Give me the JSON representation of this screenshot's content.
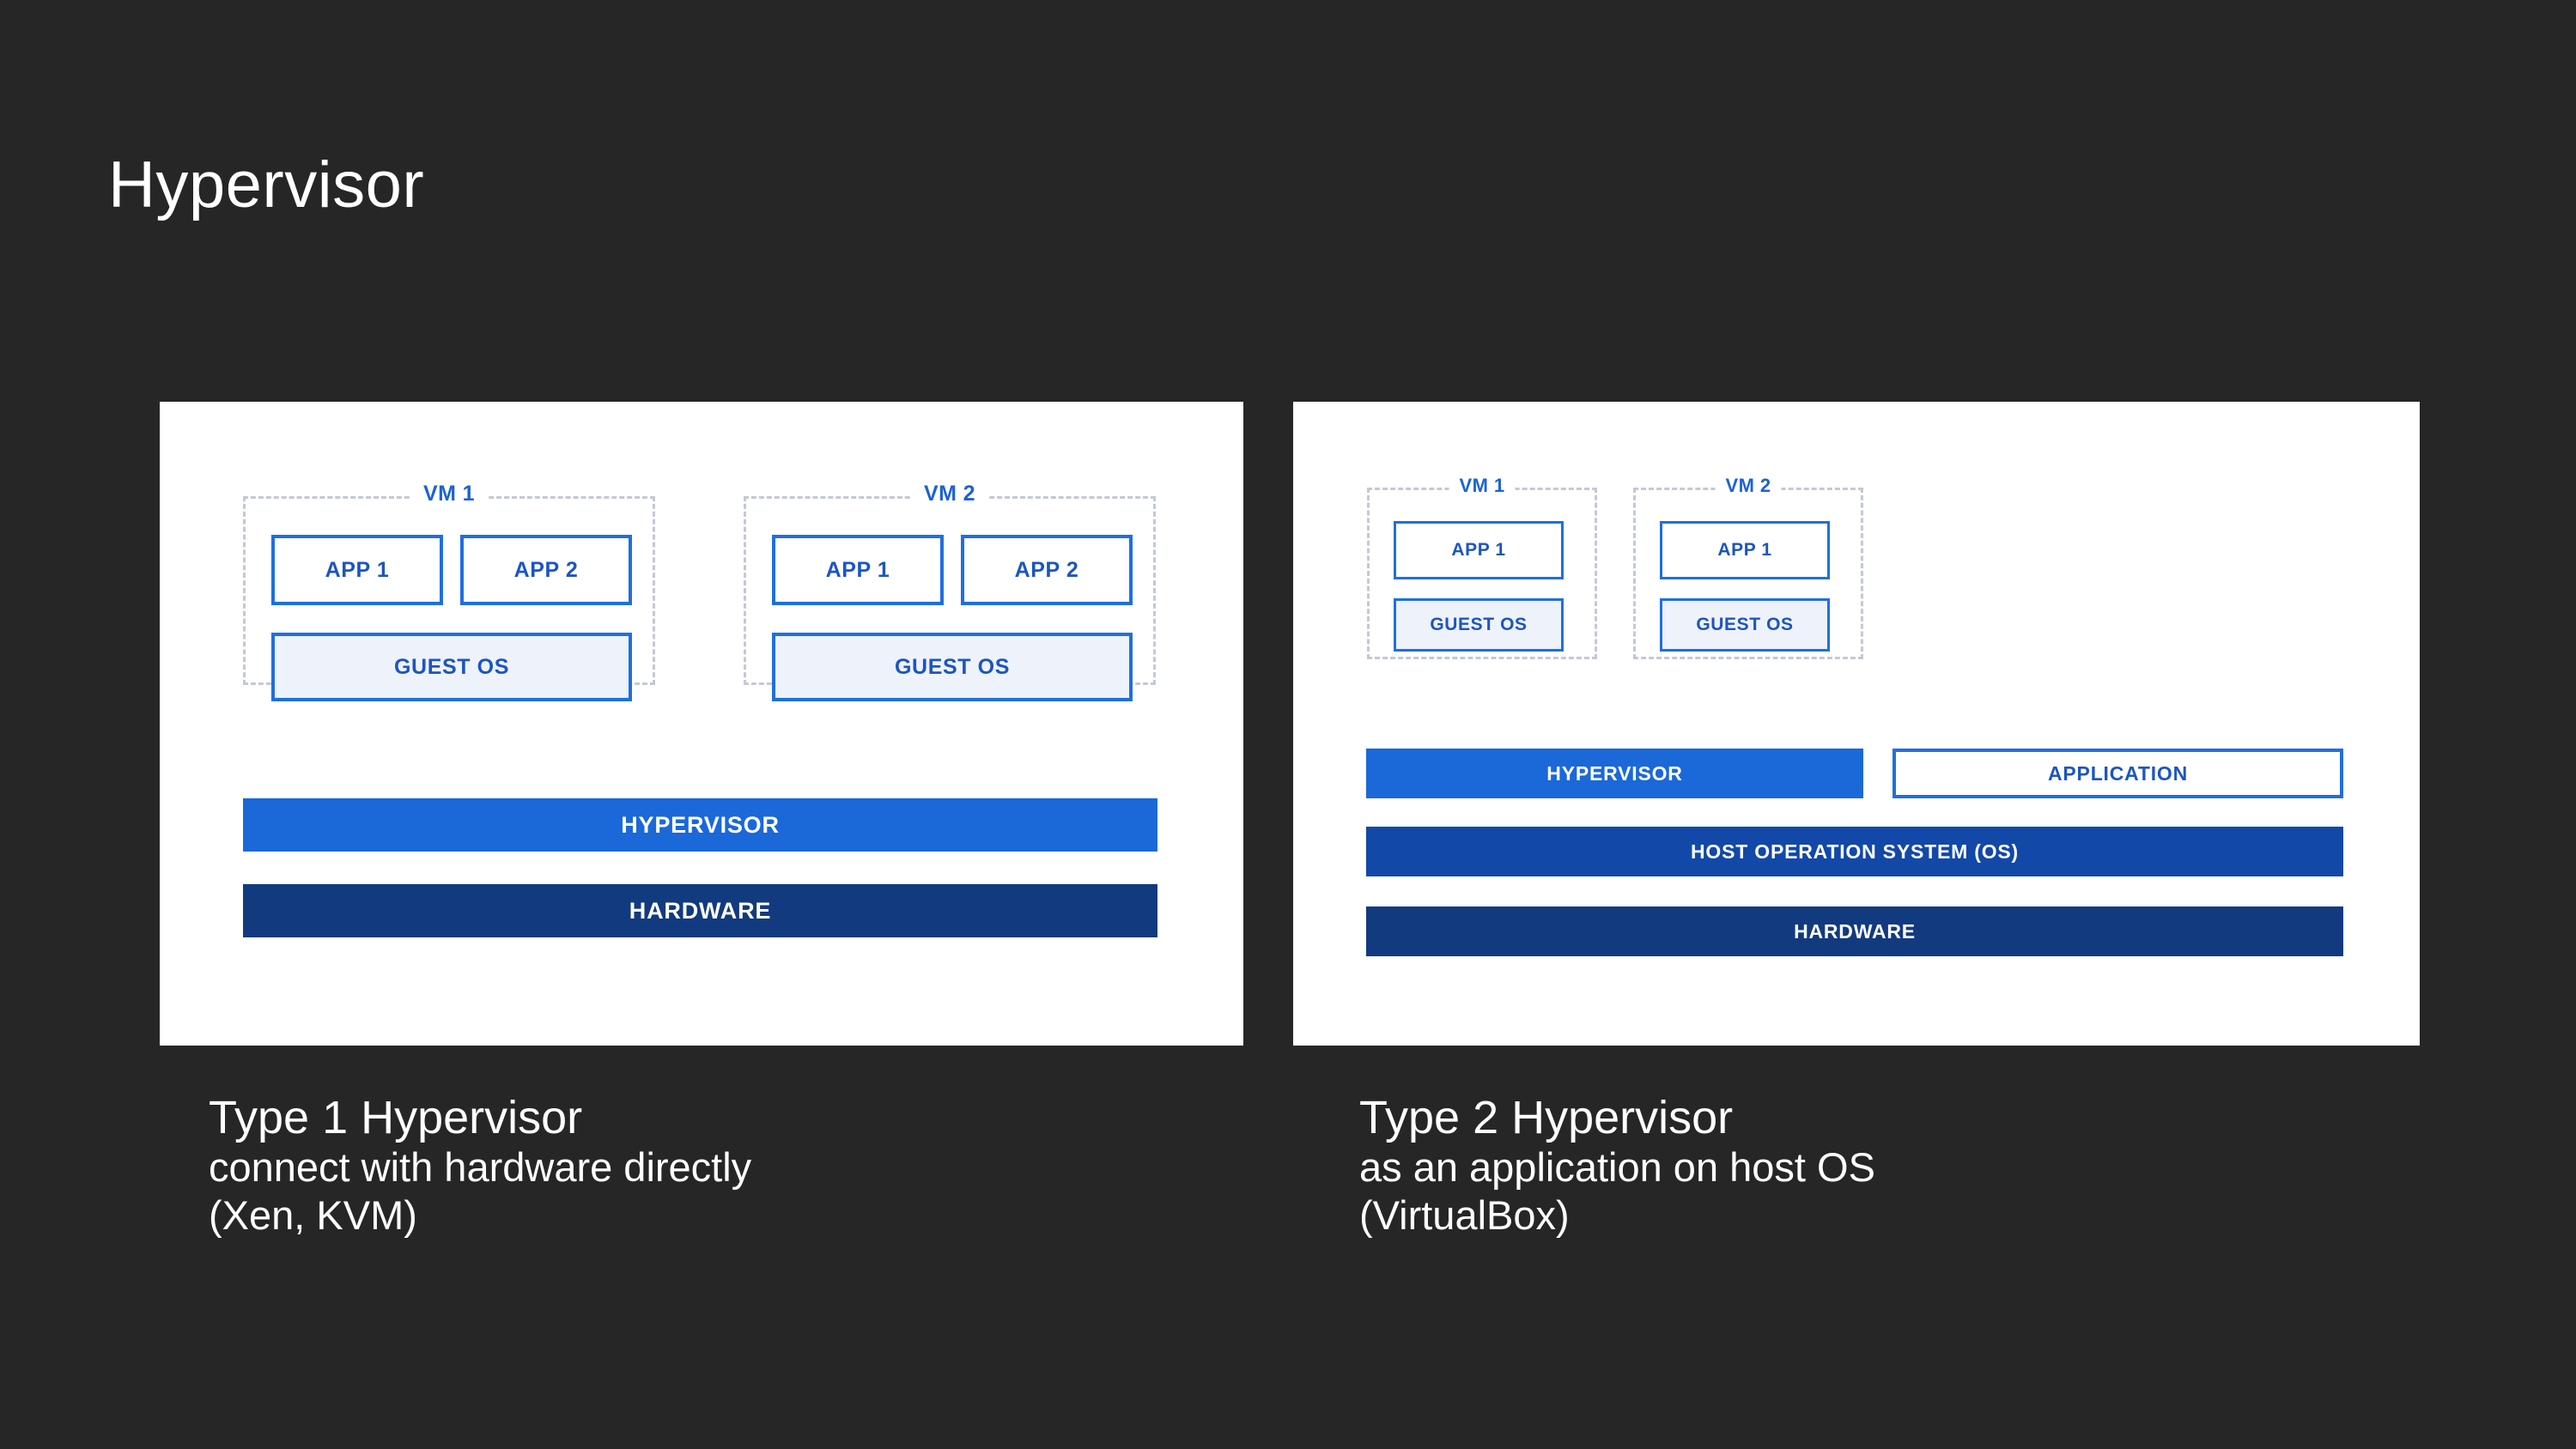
{
  "slide": {
    "title": "Hypervisor",
    "background_color": "#262626",
    "text_color": "#ffffff"
  },
  "colors": {
    "accent_blue": "#1f6fe0",
    "hypervisor_bar": "#1b68d8",
    "host_os_bar": "#1248a8",
    "hardware_bar": "#123a7e",
    "guest_os_fill": "#eef2fb",
    "label_blue": "#1c55c0",
    "dashed_border": "#c3c9d4",
    "panel_background": "#ffffff"
  },
  "diagrams": [
    {
      "id": "type1",
      "vms": [
        {
          "label": "VM 1",
          "apps": [
            "APP 1",
            "APP 2"
          ],
          "guest_os": "GUEST OS"
        },
        {
          "label": "VM 2",
          "apps": [
            "APP 1",
            "APP 2"
          ],
          "guest_os": "GUEST OS"
        }
      ],
      "layers": [
        "HYPERVISOR",
        "HARDWARE"
      ]
    },
    {
      "id": "type2",
      "vms": [
        {
          "label": "VM 1",
          "apps": [
            "APP 1"
          ],
          "guest_os": "GUEST OS"
        },
        {
          "label": "VM 2",
          "apps": [
            "APP 1"
          ],
          "guest_os": "GUEST OS"
        }
      ],
      "layers": [
        "HYPERVISOR",
        "APPLICATION",
        "HOST OPERATION SYSTEM (OS)",
        "HARDWARE"
      ]
    }
  ],
  "captions": [
    {
      "line1": "Type 1 Hypervisor",
      "line2": "connect with hardware directly",
      "line3": "(Xen, KVM)"
    },
    {
      "line1": "Type 2 Hypervisor",
      "line2": "as an application on host OS",
      "line3": "(VirtualBox)"
    }
  ]
}
